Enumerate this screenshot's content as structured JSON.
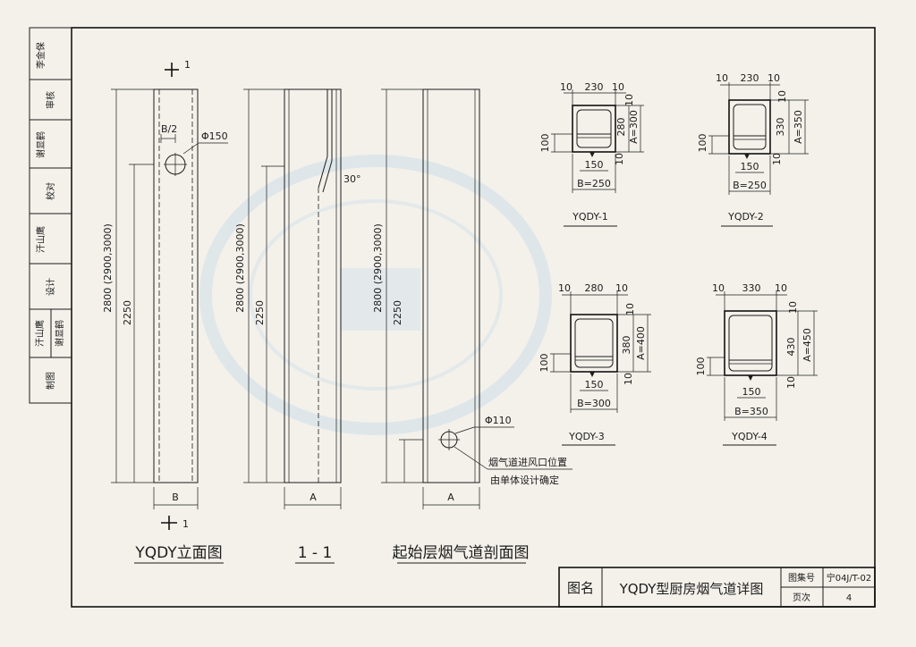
{
  "sidebar": {
    "cells": [
      "李金保",
      "审核",
      "谢显鹤",
      "校对",
      "汗山鹰",
      "设计",
      "汗山鹰",
      "谢显鹤",
      "制图"
    ]
  },
  "elevation": {
    "section_mark_top": "1",
    "section_mark_bottom": "1",
    "half_b": "B/2",
    "hole_dia": "Φ150",
    "height_total": "2800 (2900,3000)",
    "height_hole": "2250",
    "width": "B",
    "title": "YQDY立面图"
  },
  "section": {
    "angle": "30°",
    "height_total": "2800 (2900,3000)",
    "height_hole": "2250",
    "width": "A",
    "title": "1 - 1"
  },
  "start_section": {
    "height_total": "2800 (2900,3000)",
    "height_hole": "2250",
    "width": "A",
    "hole_dia": "Φ110",
    "note_line1": "烟气道进风口位置",
    "note_line2": "由单体设计确定",
    "title": "起始层烟气道剖面图"
  },
  "details": [
    {
      "name": "YQDY-1",
      "wall": "10",
      "inner_w": "230",
      "inner_h": "280",
      "a_total": "A=300",
      "b_total": "B=250",
      "left_h": "100",
      "hole": "150"
    },
    {
      "name": "YQDY-2",
      "wall": "10",
      "inner_w": "230",
      "inner_h": "330",
      "a_total": "A=350",
      "b_total": "B=250",
      "left_h": "100",
      "hole": "150"
    },
    {
      "name": "YQDY-3",
      "wall": "10",
      "inner_w": "280",
      "inner_h": "380",
      "a_total": "A=400",
      "b_total": "B=300",
      "left_h": "100",
      "hole": "150"
    },
    {
      "name": "YQDY-4",
      "wall": "10",
      "inner_w": "330",
      "inner_h": "430",
      "a_total": "A=450",
      "b_total": "B=350",
      "left_h": "100",
      "hole": "150"
    }
  ],
  "title_block": {
    "label_name": "图名",
    "drawing_name": "YQDY型厨房烟气道详图",
    "label_atlas": "图集号",
    "atlas_no": "宁04J/T-02",
    "label_page": "页次",
    "page_no": "4"
  }
}
